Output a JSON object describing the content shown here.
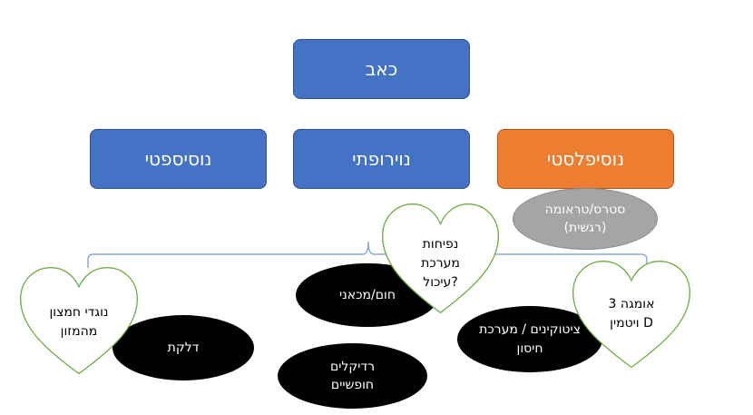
{
  "nodes": {
    "top": "כאב",
    "left": "נוסיספטי",
    "middle": "נוירופתי",
    "right": "נוסיפלסטי",
    "stress": "סטרס/טראומה (רגשית)"
  },
  "ovals": {
    "heat": "חום/מכאני",
    "inflammation": "דלקת",
    "radicals": "רדיקלים חופשיים",
    "cytokines": "ציטוקינים / מערכת חיסון"
  },
  "hearts": {
    "antioxidants": "נוגדי חמצון מהמזון",
    "bloating": "נפיחות מערכת עיכול?",
    "omega": "אומגה 3 ויטמין D"
  },
  "colors": {
    "blue": "#4472c4",
    "orange": "#ed7d31",
    "gray": "#a5a5a5",
    "black": "#000000",
    "heart_stroke": "#70ad47",
    "brace": "#8fa9d6"
  }
}
